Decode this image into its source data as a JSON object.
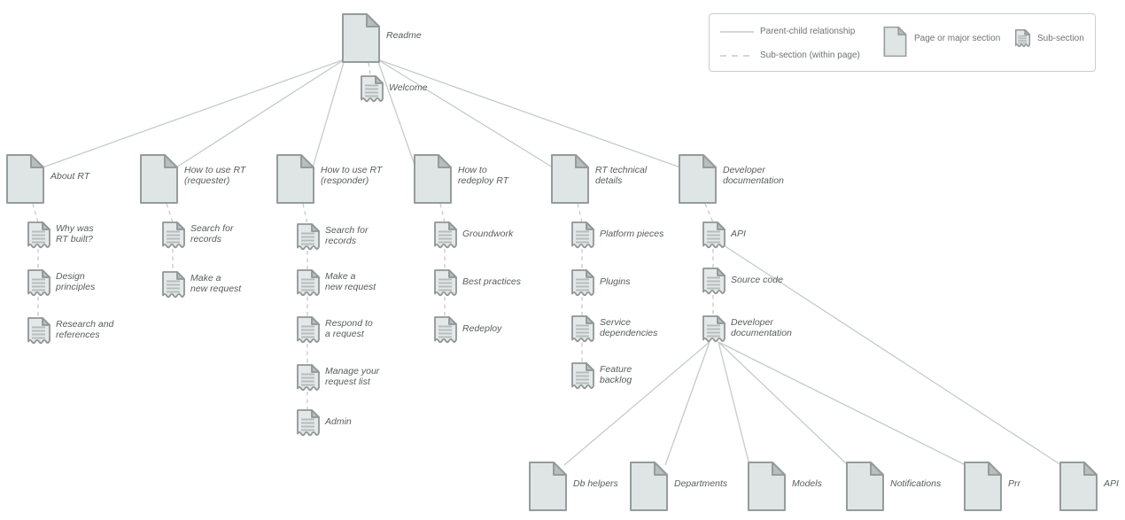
{
  "legend": {
    "solid_label": "Parent-child relationship",
    "dashed_label": "Sub-section (within page)",
    "page_label": "Page or major section",
    "sub_label": "Sub-section"
  },
  "colors": {
    "page_fill": "#dfe4e4",
    "page_border": "#959c9c",
    "fold_fill": "#b8bebe",
    "sub_fill": "#e4e8e8",
    "sub_border": "#8f9696",
    "sub_lines": "#b5bcbc",
    "wire": "#c6caca",
    "label_text": "#575d5d",
    "legend_text": "#6e7474"
  },
  "diagram": {
    "nodes": [
      {
        "id": "readme",
        "type": "page",
        "label": "Readme"
      },
      {
        "id": "welcome",
        "type": "sub",
        "label": "Welcome"
      },
      {
        "id": "about-rt",
        "type": "page",
        "label": "About RT"
      },
      {
        "id": "requester",
        "type": "page",
        "label": "How to use RT\n(requester)"
      },
      {
        "id": "responder",
        "type": "page",
        "label": "How to use RT\n(responder)"
      },
      {
        "id": "redeploy",
        "type": "page",
        "label": "How to\nredeploy RT"
      },
      {
        "id": "rt-tech",
        "type": "page",
        "label": "RT technical\ndetails"
      },
      {
        "id": "devdoc",
        "type": "page",
        "label": "Developer\ndocumentation"
      },
      {
        "id": "why-built",
        "type": "sub",
        "label": "Why was\nRT built?"
      },
      {
        "id": "design",
        "type": "sub",
        "label": "Design\nprinciples"
      },
      {
        "id": "research",
        "type": "sub",
        "label": "Research and\nreferences"
      },
      {
        "id": "search-req",
        "type": "sub",
        "label": "Search for\nrecords"
      },
      {
        "id": "make-req",
        "type": "sub",
        "label": "Make a\nnew request"
      },
      {
        "id": "search-resp",
        "type": "sub",
        "label": "Search for\nrecords"
      },
      {
        "id": "make-resp",
        "type": "sub",
        "label": "Make a\nnew request"
      },
      {
        "id": "respond",
        "type": "sub",
        "label": "Respond to\na request"
      },
      {
        "id": "manage",
        "type": "sub",
        "label": "Manage your\nrequest list"
      },
      {
        "id": "admin",
        "type": "sub",
        "label": "Admin"
      },
      {
        "id": "groundwork",
        "type": "sub",
        "label": "Groundwork"
      },
      {
        "id": "best",
        "type": "sub",
        "label": "Best practices"
      },
      {
        "id": "redeploy-sub",
        "type": "sub",
        "label": "Redeploy"
      },
      {
        "id": "platform",
        "type": "sub",
        "label": "Platform pieces"
      },
      {
        "id": "plugins",
        "type": "sub",
        "label": "Plugins"
      },
      {
        "id": "service",
        "type": "sub",
        "label": "Service\ndependencies"
      },
      {
        "id": "feature",
        "type": "sub",
        "label": "Feature\nbacklog"
      },
      {
        "id": "api-sub",
        "type": "sub",
        "label": "API"
      },
      {
        "id": "source",
        "type": "sub",
        "label": "Source code"
      },
      {
        "id": "devdoc-sub",
        "type": "sub",
        "label": "Developer\ndocumentation"
      },
      {
        "id": "db-helpers",
        "type": "page",
        "label": "Db helpers"
      },
      {
        "id": "departments",
        "type": "page",
        "label": "Departments"
      },
      {
        "id": "models",
        "type": "page",
        "label": "Models"
      },
      {
        "id": "notifications",
        "type": "page",
        "label": "Notifications"
      },
      {
        "id": "prr",
        "type": "page",
        "label": "Prr"
      },
      {
        "id": "api-page",
        "type": "page",
        "label": "API"
      }
    ],
    "edges": [
      {
        "from": "readme",
        "to": "welcome",
        "style": "dashed"
      },
      {
        "from": "readme",
        "to": "about-rt",
        "style": "solid"
      },
      {
        "from": "readme",
        "to": "requester",
        "style": "solid"
      },
      {
        "from": "readme",
        "to": "responder",
        "style": "solid"
      },
      {
        "from": "readme",
        "to": "redeploy",
        "style": "solid"
      },
      {
        "from": "readme",
        "to": "rt-tech",
        "style": "solid"
      },
      {
        "from": "readme",
        "to": "devdoc",
        "style": "solid"
      },
      {
        "from": "about-rt",
        "to": "why-built",
        "style": "dashed"
      },
      {
        "from": "why-built",
        "to": "design",
        "style": "dashed"
      },
      {
        "from": "design",
        "to": "research",
        "style": "dashed"
      },
      {
        "from": "requester",
        "to": "search-req",
        "style": "dashed"
      },
      {
        "from": "search-req",
        "to": "make-req",
        "style": "dashed"
      },
      {
        "from": "responder",
        "to": "search-resp",
        "style": "dashed"
      },
      {
        "from": "search-resp",
        "to": "make-resp",
        "style": "dashed"
      },
      {
        "from": "make-resp",
        "to": "respond",
        "style": "dashed"
      },
      {
        "from": "respond",
        "to": "manage",
        "style": "dashed"
      },
      {
        "from": "manage",
        "to": "admin",
        "style": "dashed"
      },
      {
        "from": "redeploy",
        "to": "groundwork",
        "style": "dashed"
      },
      {
        "from": "groundwork",
        "to": "best",
        "style": "dashed"
      },
      {
        "from": "best",
        "to": "redeploy-sub",
        "style": "dashed"
      },
      {
        "from": "rt-tech",
        "to": "platform",
        "style": "dashed"
      },
      {
        "from": "platform",
        "to": "plugins",
        "style": "dashed"
      },
      {
        "from": "plugins",
        "to": "service",
        "style": "dashed"
      },
      {
        "from": "service",
        "to": "feature",
        "style": "dashed"
      },
      {
        "from": "devdoc",
        "to": "api-sub",
        "style": "dashed"
      },
      {
        "from": "api-sub",
        "to": "source",
        "style": "dashed"
      },
      {
        "from": "source",
        "to": "devdoc-sub",
        "style": "dashed"
      },
      {
        "from": "devdoc-sub",
        "to": "db-helpers",
        "style": "solid"
      },
      {
        "from": "devdoc-sub",
        "to": "departments",
        "style": "solid"
      },
      {
        "from": "devdoc-sub",
        "to": "models",
        "style": "solid"
      },
      {
        "from": "devdoc-sub",
        "to": "notifications",
        "style": "solid"
      },
      {
        "from": "devdoc-sub",
        "to": "prr",
        "style": "solid"
      },
      {
        "from": "api-sub",
        "to": "api-page",
        "style": "solid"
      }
    ]
  }
}
